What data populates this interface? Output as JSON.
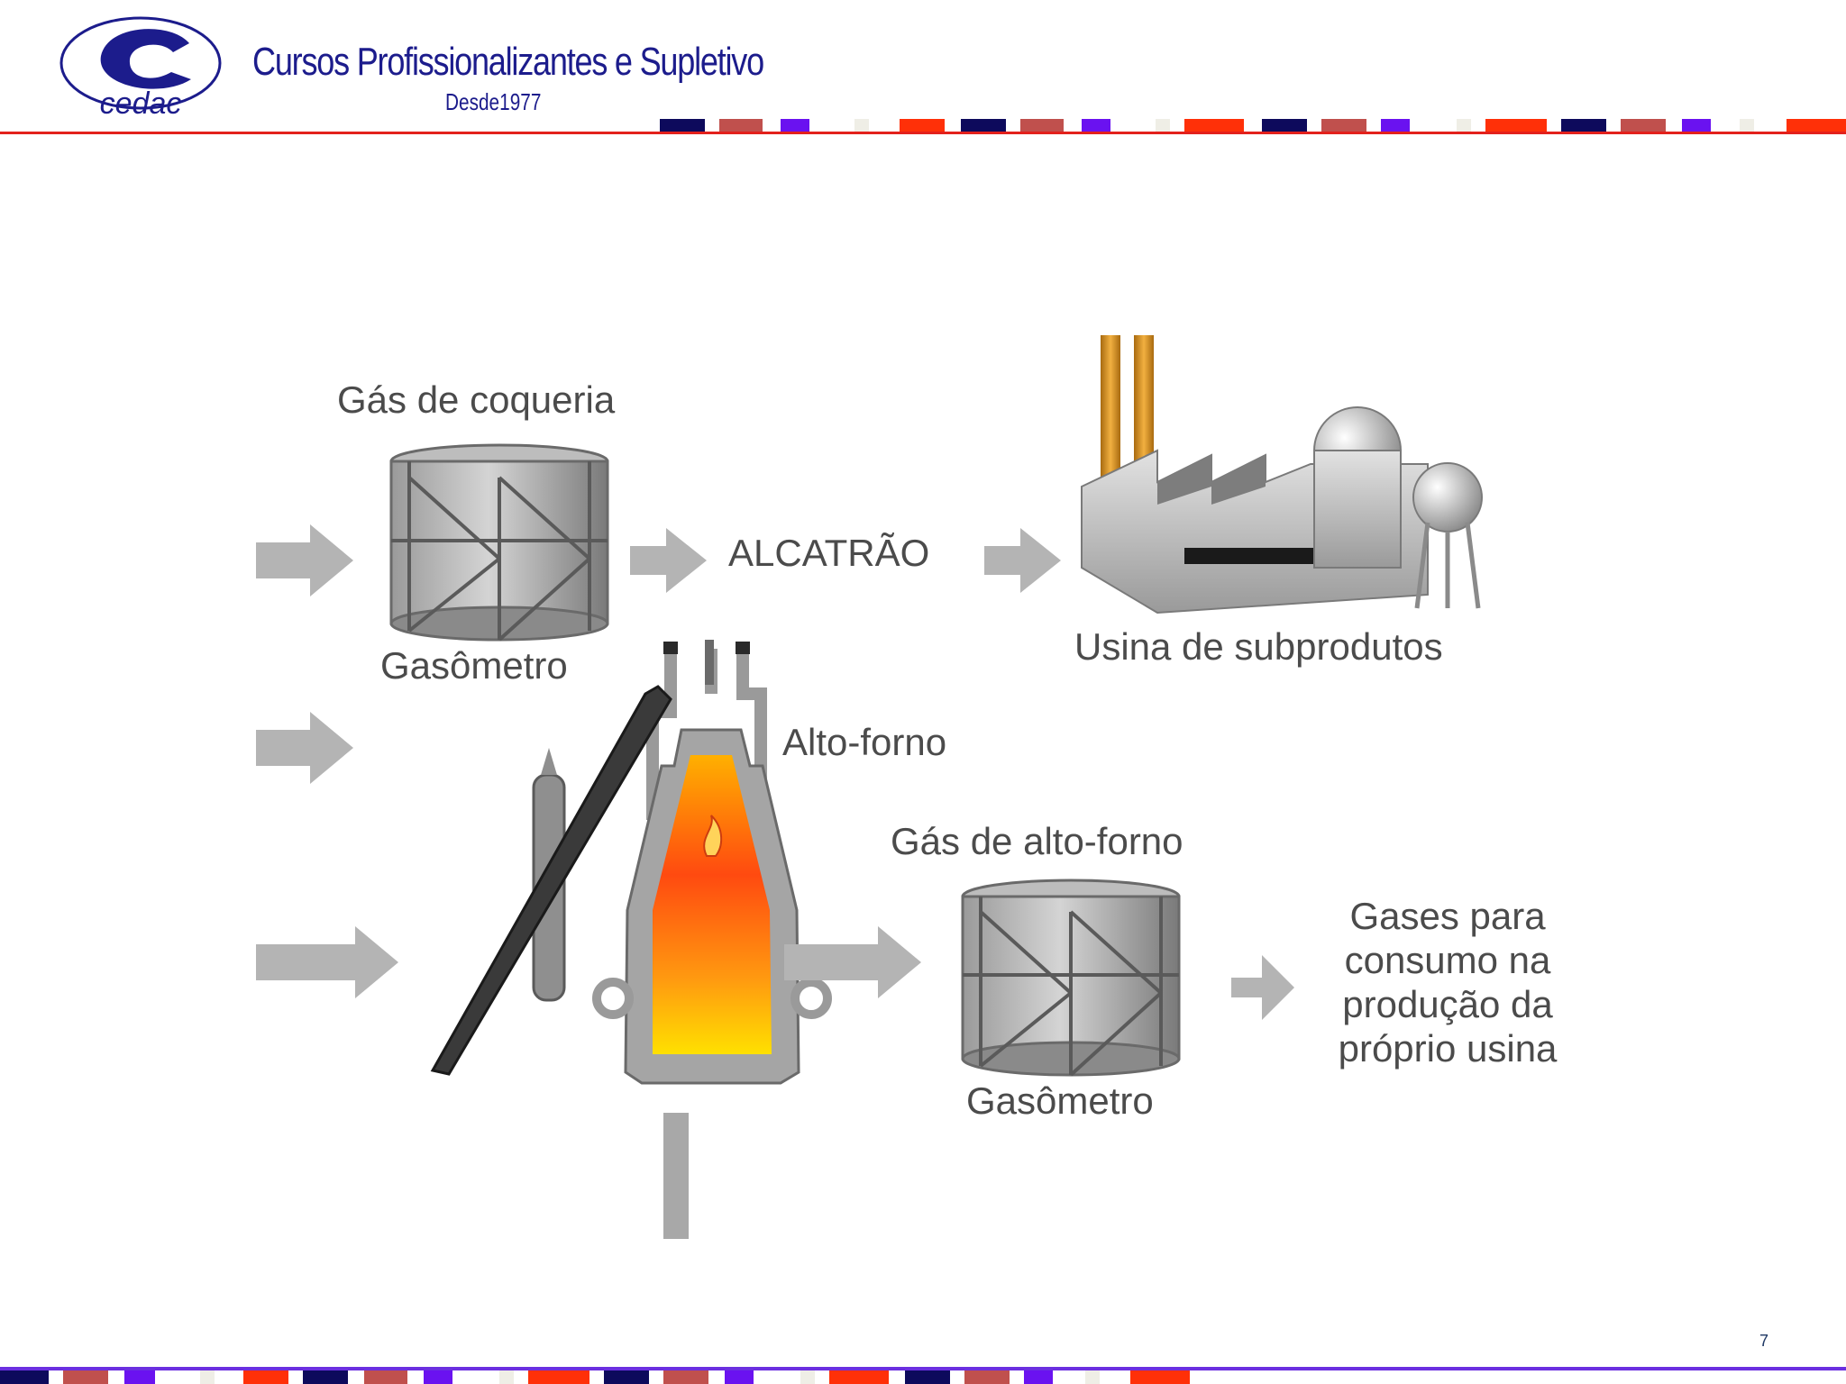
{
  "header": {
    "brand_title": "Cursos Profissionalizantes e Supletivo",
    "brand_sub": "Desde1977",
    "logo_text": "cedac",
    "logo_color": "#1c1c8c"
  },
  "diagram": {
    "gas_coqueria": "Gás de coqueria",
    "gasometro_top": "Gasômetro",
    "alcatrao": "ALCATRÃO",
    "usina_subprodutos": "Usina de subprodutos",
    "alto_forno": "Alto-forno",
    "gas_alto_forno": "Gás de alto-forno",
    "gasometro_bottom": "Gasômetro",
    "gases_consumo": "Gases para consumo na produção da próprio usina"
  },
  "footer": {
    "page_number": "7"
  },
  "colors": {
    "header_line": "#e3211c",
    "footer_line": "#6b2fe0",
    "stripe_navy": "#0d0a5c",
    "stripe_rose": "#c0504d",
    "stripe_violet": "#6a12f0",
    "stripe_red": "#ff3008",
    "stripe_cream": "#efeee6",
    "arrow_gray": "#b4b4b4"
  }
}
